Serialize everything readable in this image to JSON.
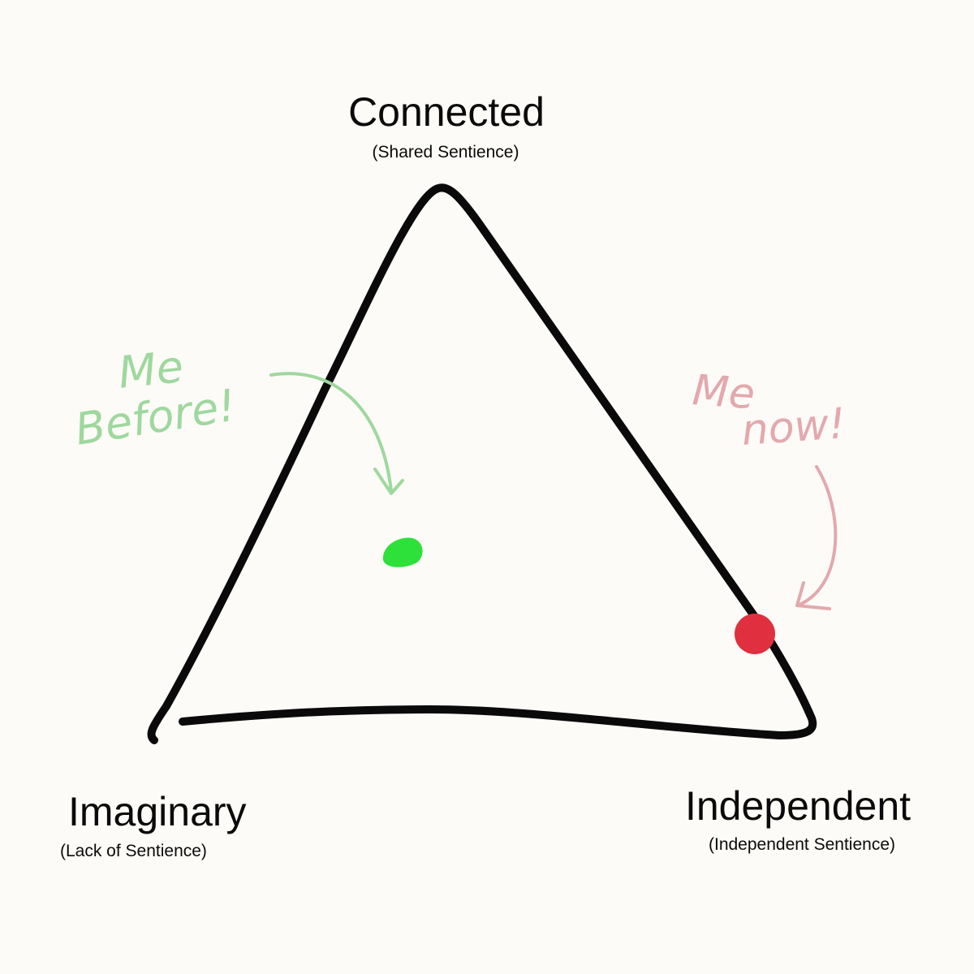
{
  "vertices": {
    "top": {
      "title": "Connected",
      "subtitle": "(Shared Sentience)"
    },
    "bottom_left": {
      "title": "Imaginary",
      "subtitle": "(Lack of Sentience)"
    },
    "bottom_right": {
      "title": "Independent",
      "subtitle": "(Independent Sentience)"
    }
  },
  "annotations": {
    "before": {
      "line1": "Me",
      "line2": "Before!",
      "color": "#9ed89e",
      "dot_color": "#2ee03a"
    },
    "now": {
      "line1": "Me",
      "line2": "now!",
      "color": "#e3a8ad",
      "dot_color": "#e0303f"
    }
  },
  "colors": {
    "background": "#fdfbf7",
    "outline": "#0a0a0a"
  }
}
